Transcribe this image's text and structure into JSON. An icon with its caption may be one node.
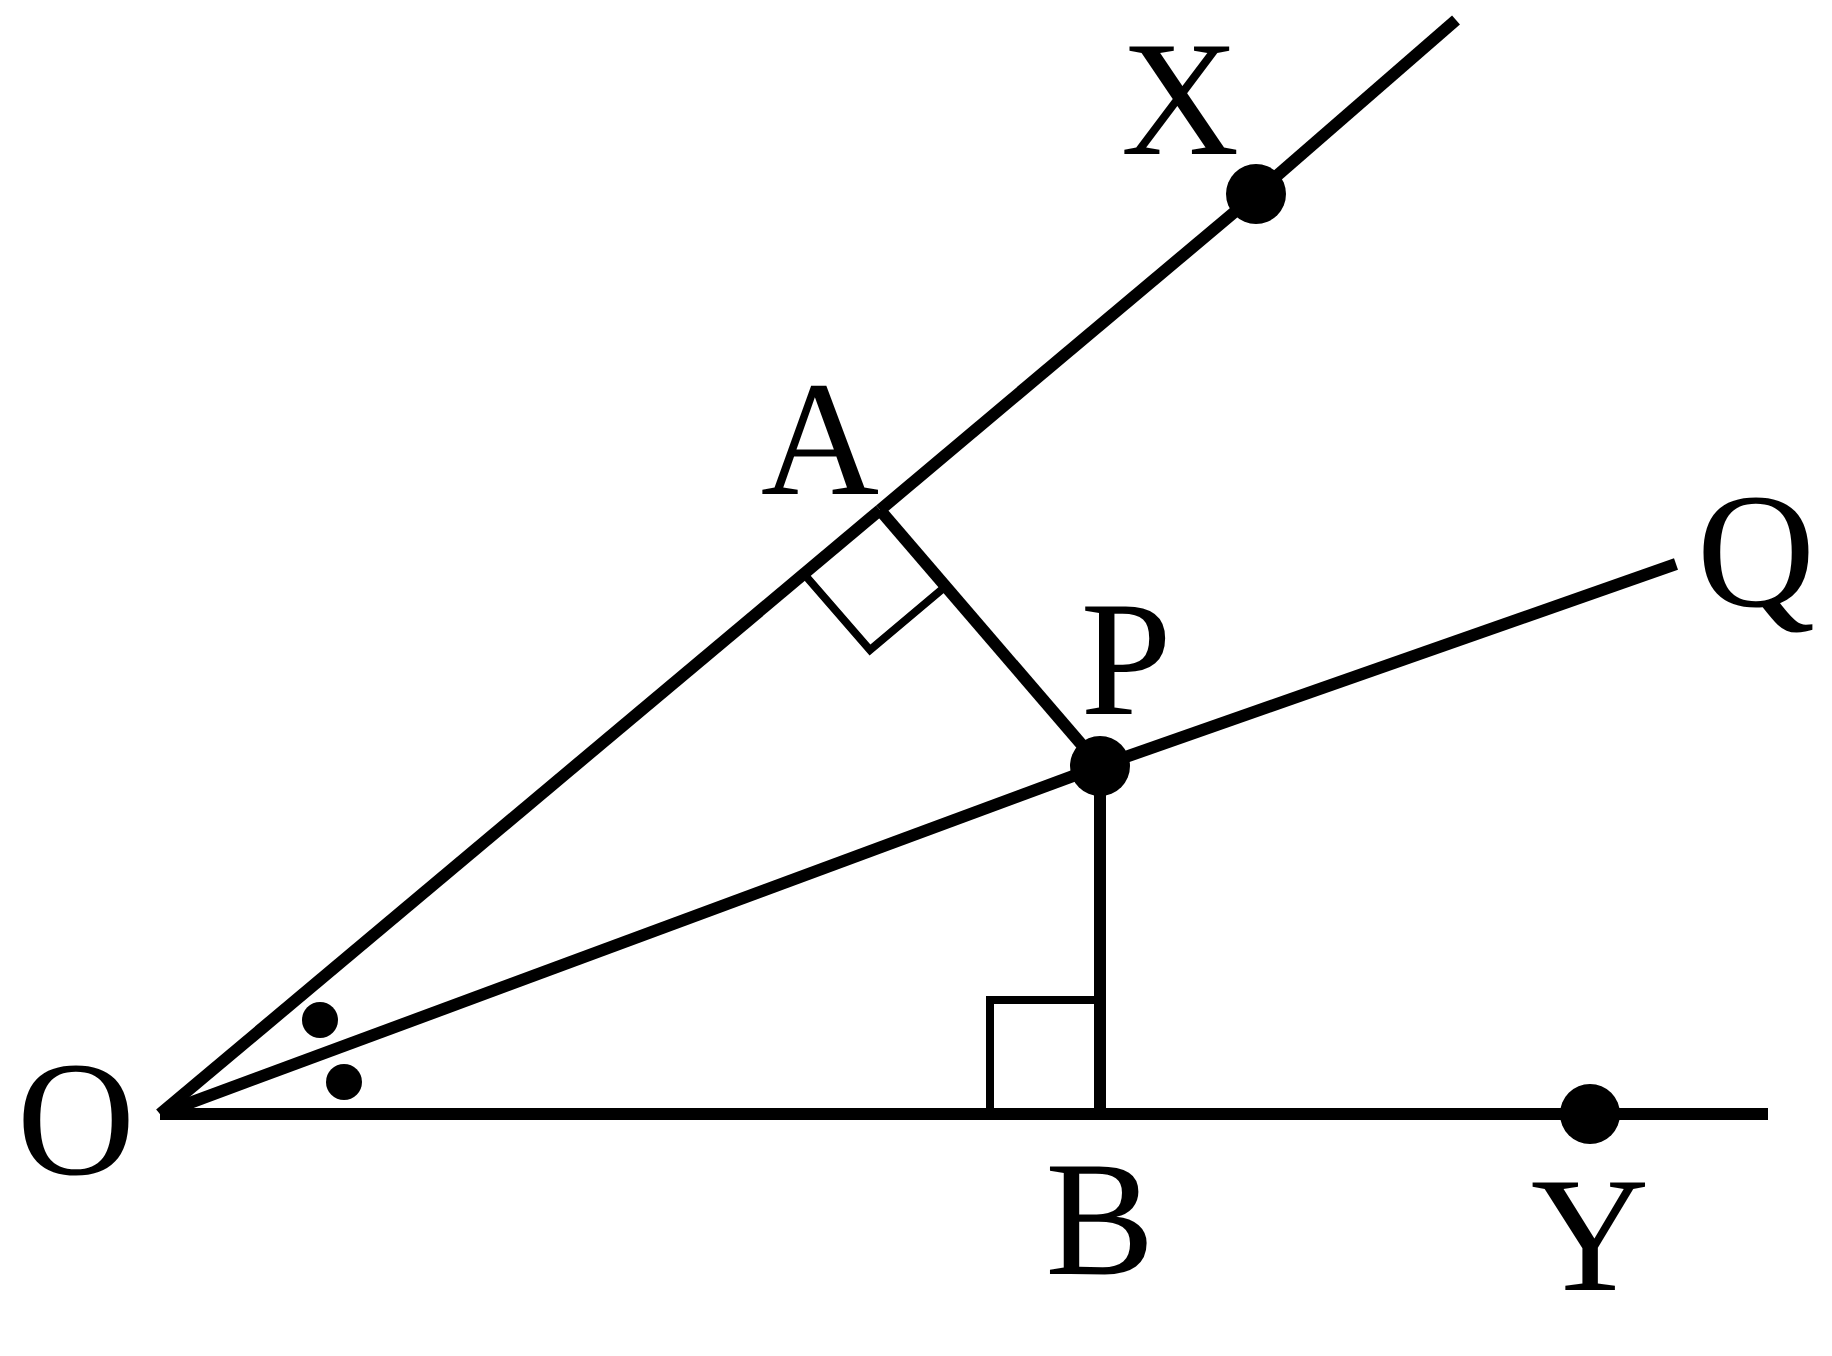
{
  "diagram": {
    "nodes": [
      {
        "text": [
          "O"
        ]
      },
      {
        "text": [
          "X"
        ]
      },
      {
        "text": [
          "A"
        ]
      },
      {
        "text": [
          "P"
        ]
      },
      {
        "text": [
          "Q"
        ]
      },
      {
        "text": [
          "B"
        ]
      },
      {
        "text": [
          "Y"
        ]
      }
    ],
    "edges": [
      {
        "from": 0,
        "to": 2,
        "arrow": "none"
      },
      {
        "from": 2,
        "to": 1,
        "arrow": "none"
      },
      {
        "from": 0,
        "to": 3,
        "arrow": "none"
      },
      {
        "from": 3,
        "to": 4,
        "arrow": "none"
      },
      {
        "from": 0,
        "to": 5,
        "arrow": "none"
      },
      {
        "from": 5,
        "to": 6,
        "arrow": "none"
      },
      {
        "from": 2,
        "to": 3,
        "arrow": "none"
      },
      {
        "from": 3,
        "to": 5,
        "arrow": "none"
      }
    ]
  }
}
